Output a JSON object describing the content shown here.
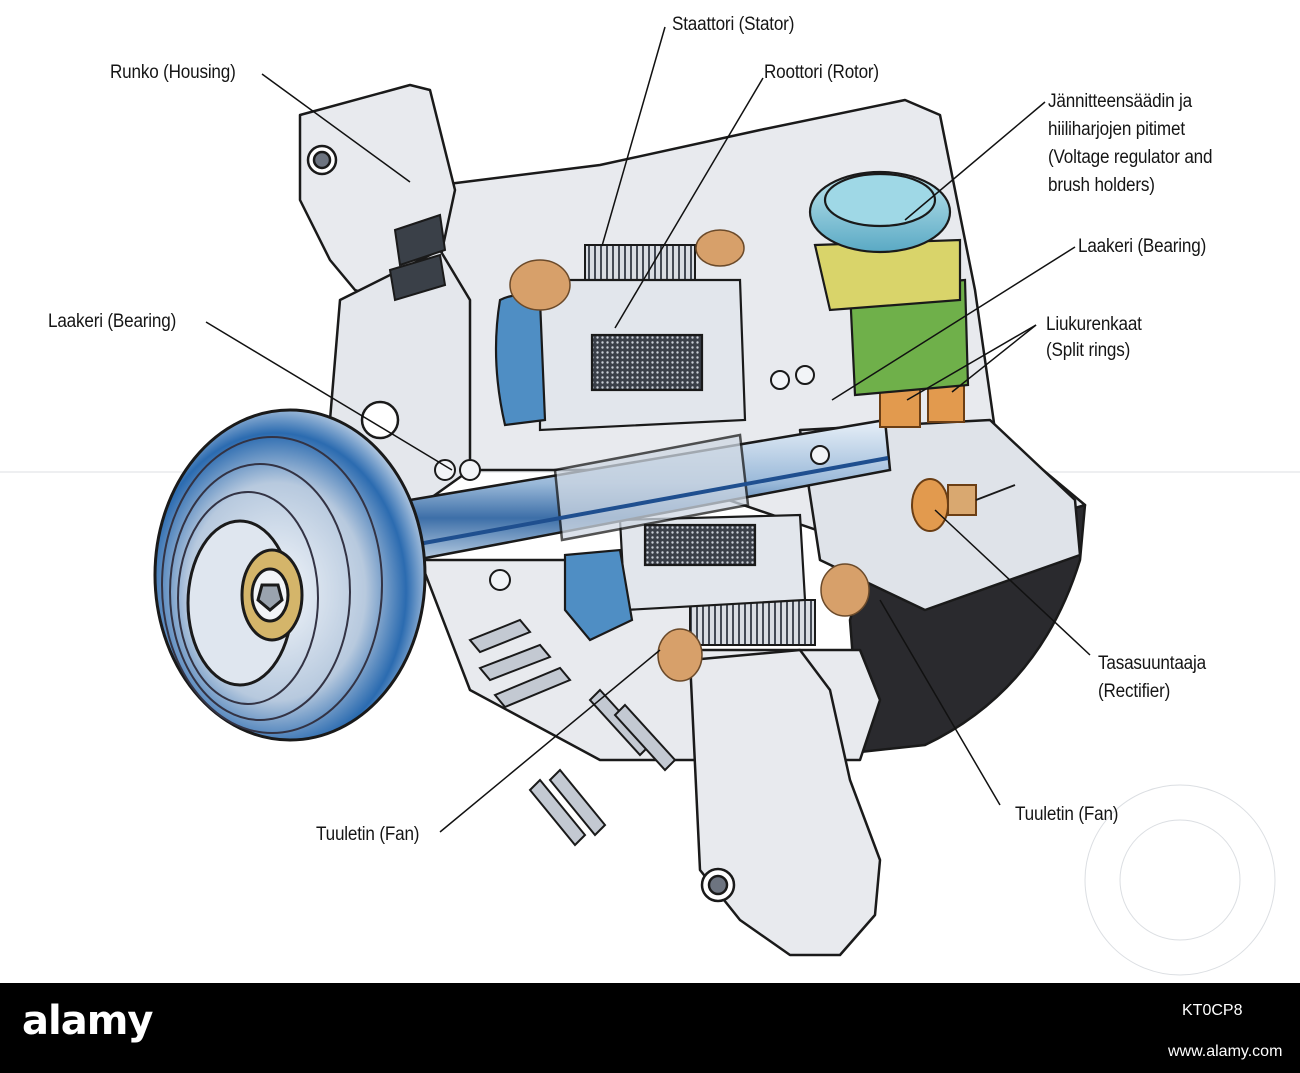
{
  "labels": {
    "stator": "Staattori (Stator)",
    "housing": "Runko (Housing)",
    "rotor": "Roottori (Rotor)",
    "regulator": [
      "Jännitteensäädin ja",
      "hiiliharjojen pitimet",
      "(Voltage regulator and",
      "brush holders)"
    ],
    "bearing_right": "Laakeri (Bearing)",
    "bearing_left": "Laakeri (Bearing)",
    "split_rings": [
      "Liukurenkaat",
      "(Split rings)"
    ],
    "rectifier": [
      "Tasasuuntaaja",
      "(Rectifier)"
    ],
    "fan_left": "Tuuletin (Fan)",
    "fan_right": "Tuuletin (Fan)"
  },
  "watermark": {
    "brand": "alamy",
    "image_id": "KT0CP8",
    "site": "www.alamy.com"
  },
  "colors": {
    "housing": "#e8eaee",
    "outline": "#1a1a1a",
    "shaft": "#8fb4d8",
    "bracket_blue": "#4f8ec4",
    "regulator_cap": "#7fc6d8",
    "regulator_base": "#6fb04a",
    "copper": "#d7a06a",
    "split_rings": "#e29a4e",
    "fan_dark": "#2a2a2e",
    "footer": "#000000"
  }
}
